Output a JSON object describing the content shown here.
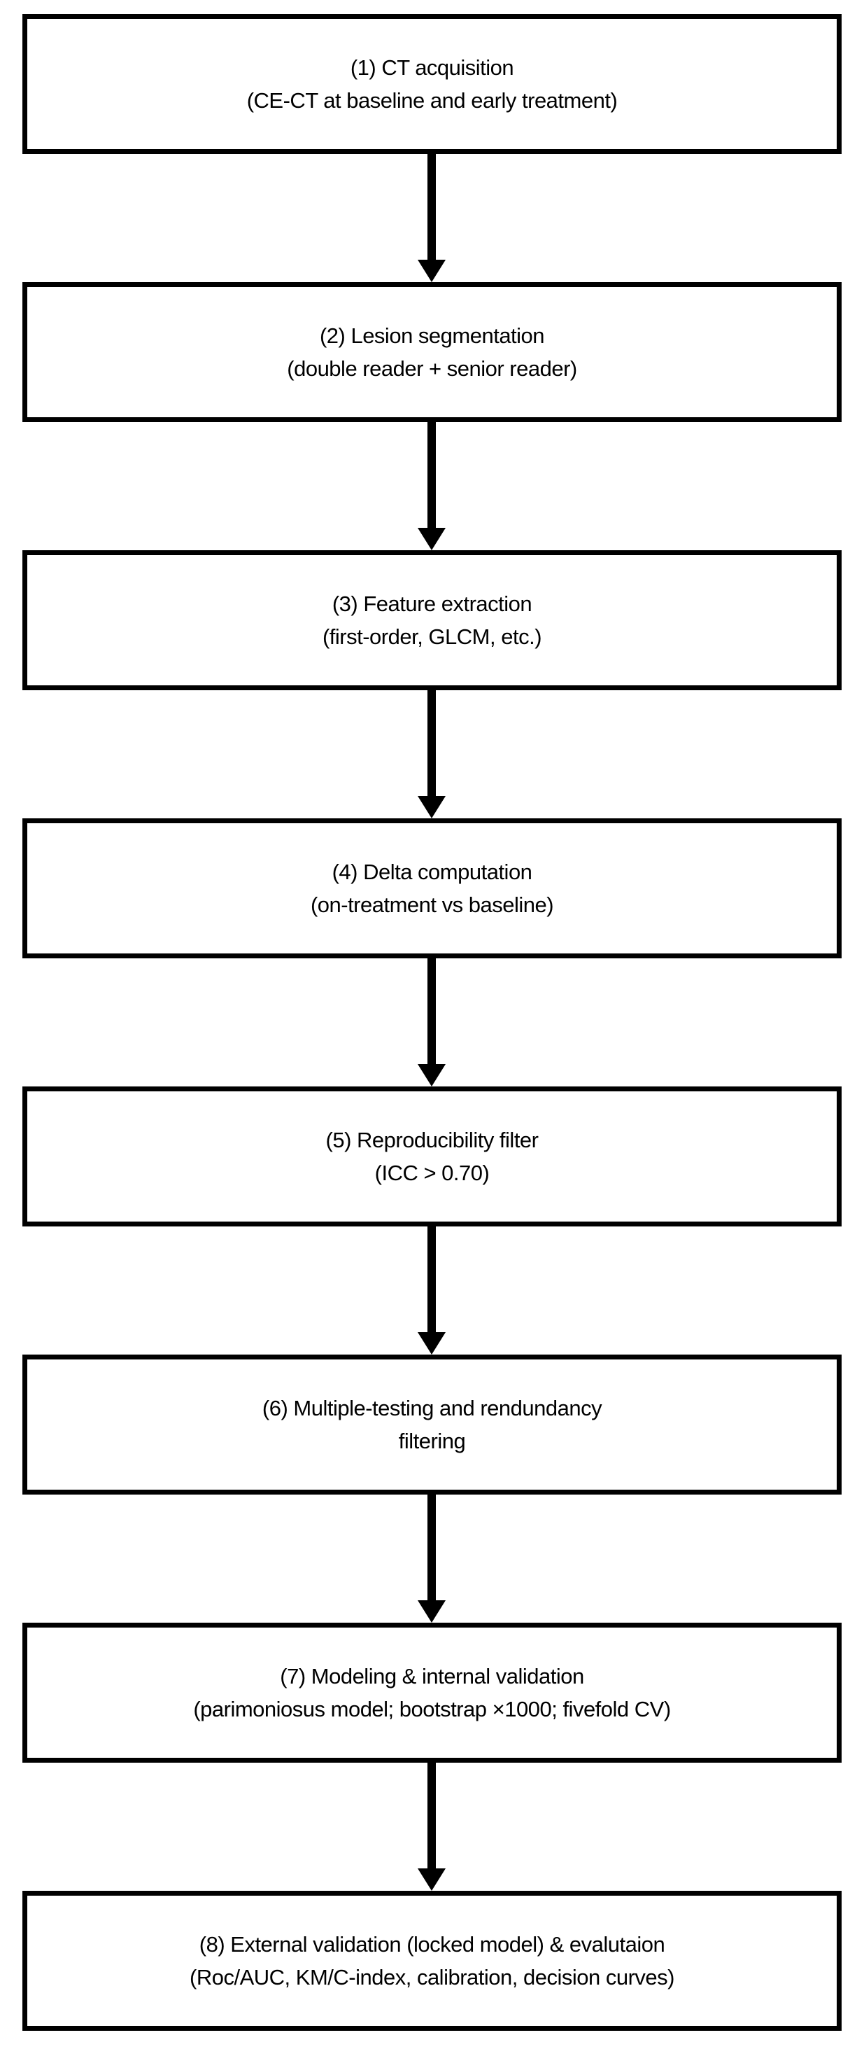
{
  "flowchart": {
    "type": "vertical-flowchart",
    "background_color": "#ffffff",
    "box_border_color": "#000000",
    "text_color": "#000000",
    "arrow_color": "#000000",
    "steps": [
      {
        "line1": "(1) CT acquisition",
        "line2": "(CE-CT at baseline and early treatment)"
      },
      {
        "line1": "(2) Lesion segmentation",
        "line2": "(double reader + senior reader)"
      },
      {
        "line1": "(3) Feature extraction",
        "line2": "(first-order, GLCM, etc.)"
      },
      {
        "line1": "(4) Delta computation",
        "line2": "(on-treatment vs baseline)"
      },
      {
        "line1": "(5) Reproducibility filter",
        "line2": "(ICC > 0.70)"
      },
      {
        "line1": "(6) Multiple-testing and rendundancy",
        "line2": "filtering"
      },
      {
        "line1": "(7) Modeling & internal validation",
        "line2": "(parimoniosus model; bootstrap ×1000; fivefold CV)"
      },
      {
        "line1": "(8) External validation (locked model) & evalutaion",
        "line2": "(Roc/AUC, KM/C-index, calibration, decision curves)"
      }
    ]
  }
}
